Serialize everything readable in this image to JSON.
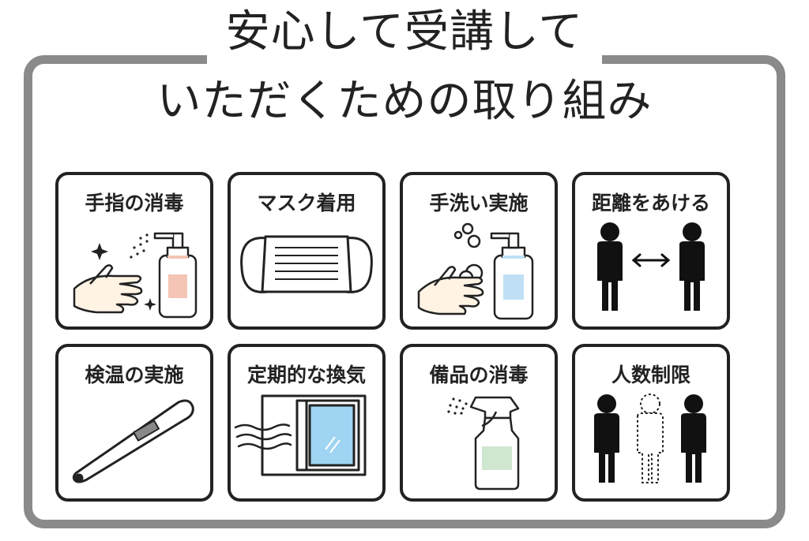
{
  "title": {
    "line1": "安心して受講して",
    "line2": "いただくための取り組み"
  },
  "cards": [
    {
      "label": "手指の消毒",
      "icon": "hand-sanitizer-icon"
    },
    {
      "label": "マスク着用",
      "icon": "face-mask-icon"
    },
    {
      "label": "手洗い実施",
      "icon": "hand-washing-icon"
    },
    {
      "label": "距離をあける",
      "icon": "social-distance-icon"
    },
    {
      "label": "検温の実施",
      "icon": "thermometer-icon"
    },
    {
      "label": "定期的な換気",
      "icon": "ventilation-window-icon"
    },
    {
      "label": "備品の消毒",
      "icon": "spray-bottle-icon"
    },
    {
      "label": "人数制限",
      "icon": "capacity-limit-icon"
    }
  ],
  "colors": {
    "frame": "#8a8a8a",
    "outline": "#222222",
    "sanitizer_label": "#f4c4b4",
    "soap_label": "#bfe0f4",
    "spray_label": "#cfe6cf",
    "window_glass": "#9fd4f2"
  }
}
